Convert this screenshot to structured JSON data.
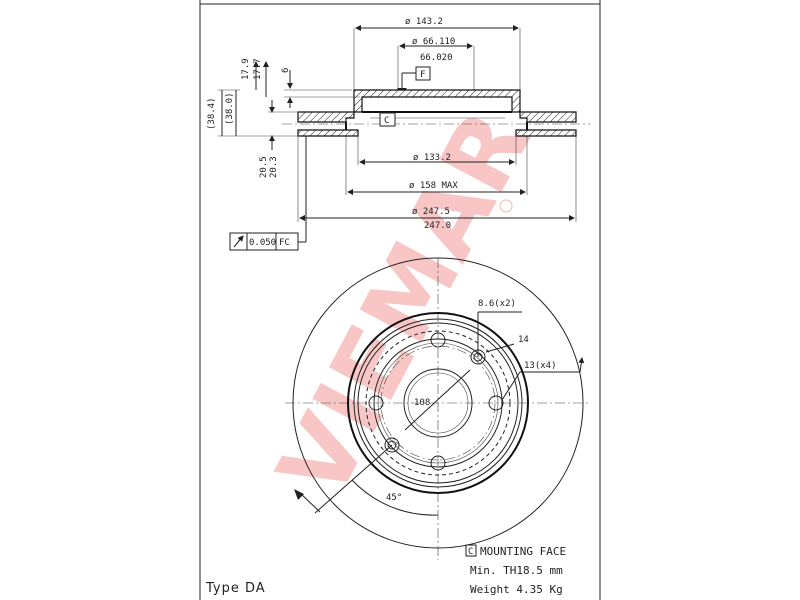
{
  "watermark": {
    "text": "VIEMAR",
    "color": "#e3342f"
  },
  "section_view": {
    "hub_outer_diameter": "ø 143.2",
    "centering_bore_max": "ø 66.110",
    "centering_bore_min": "66.020",
    "datum_f": "F",
    "datum_c": "C",
    "hub_height": "6",
    "flange_max": "17.9",
    "flange_min": "17.7",
    "total_height_max": "(38.4)",
    "total_height_min": "(38.0)",
    "disc_thickness_max": "20.5",
    "disc_thickness_min": "20.3",
    "inner_diameter": "ø 133.2",
    "max_diameter": "ø 158 MAX",
    "outer_diameter_max": "ø 247.5",
    "outer_diameter_min": "247.0",
    "runout_tolerance": "0.050",
    "runout_reference": "FC"
  },
  "front_view": {
    "hole_thread": "8.6(x2)",
    "hole_size": "14",
    "stud_holes": "13(x4)",
    "bolt_circle": "108",
    "angle": "45°"
  },
  "notes": {
    "datum_mark": "C",
    "mounting_face": "MOUNTING FACE",
    "min_thickness": "Min. TH18.5 mm",
    "weight": "Weight 4.35 Kg",
    "type": "Type DA"
  }
}
